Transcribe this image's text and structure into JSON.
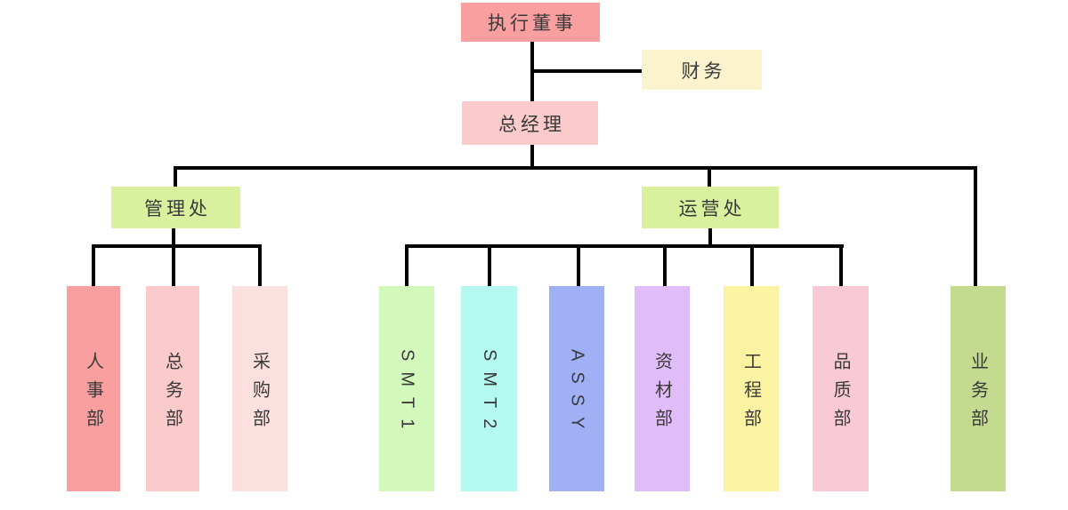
{
  "diagram": {
    "type": "organization-chart",
    "colors": {
      "background": "#ffffff",
      "line": "#000000",
      "text": "#3a3a3a"
    },
    "nodes": {
      "executive_director": {
        "label": "执行董事",
        "fill": "#f99f9f"
      },
      "finance": {
        "label": "财务",
        "fill": "#faf3cd"
      },
      "general_manager": {
        "label": "总经理",
        "fill": "#fbcaca"
      },
      "management_office": {
        "label": "管理处",
        "fill": "#d9f09e"
      },
      "operations_office": {
        "label": "运营处",
        "fill": "#d9f09e"
      },
      "hr_dept": {
        "label": "人事部",
        "fill": "#f99f9f"
      },
      "general_affairs": {
        "label": "总务部",
        "fill": "#fbcaca"
      },
      "purchasing_dept": {
        "label": "采购部",
        "fill": "#fce0e0"
      },
      "smt1": {
        "label": "SMT1",
        "fill": "#d2f8bc"
      },
      "smt2": {
        "label": "SMT2",
        "fill": "#b4f8ef"
      },
      "assy": {
        "label": "ASSY",
        "fill": "#a0b0f4"
      },
      "materials_dept": {
        "label": "资材部",
        "fill": "#e0bcf8"
      },
      "engineering_dept": {
        "label": "工程部",
        "fill": "#fbf2a2"
      },
      "quality_dept": {
        "label": "品质部",
        "fill": "#fac9d6"
      },
      "business_dept": {
        "label": "业务部",
        "fill": "#c4da8e"
      }
    },
    "hierarchy": [
      {
        "parent": "执行董事",
        "children": [
          "总经理"
        ],
        "staff": [
          "财务"
        ]
      },
      {
        "parent": "总经理",
        "children": [
          "管理处",
          "运营处",
          "业务部"
        ]
      },
      {
        "parent": "管理处",
        "children": [
          "人事部",
          "总务部",
          "采购部"
        ]
      },
      {
        "parent": "运营处",
        "children": [
          "SMT1",
          "SMT2",
          "ASSY",
          "资材部",
          "工程部",
          "品质部"
        ]
      }
    ]
  }
}
